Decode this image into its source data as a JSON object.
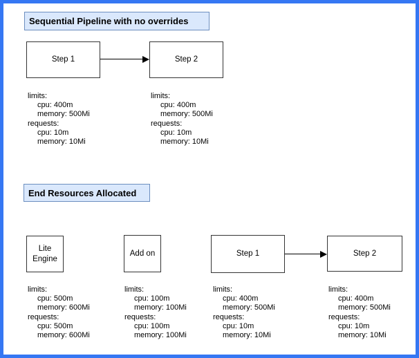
{
  "window": {
    "border_color": "#3577f3",
    "background_color": "#ffffff"
  },
  "palette": {
    "title_fill": "#dae8fc",
    "title_border": "#6c8ebf",
    "node_fill": "#ffffff",
    "node_border": "#333333",
    "text_color": "#000000"
  },
  "sections": [
    {
      "title": "Sequential Pipeline with no overrides",
      "nodes": [
        {
          "label": "Step 1"
        },
        {
          "label": "Step 2"
        }
      ],
      "connector": {
        "from": "Step 1",
        "to": "Step 2",
        "style": "arrow-right"
      },
      "resources": [
        {
          "limits_heading": "limits:",
          "limits_cpu": "cpu: 400m",
          "limits_memory": "memory: 500Mi",
          "requests_heading": "requests:",
          "requests_cpu": "cpu: 10m",
          "requests_memory": "memory: 10Mi"
        },
        {
          "limits_heading": "limits:",
          "limits_cpu": "cpu: 400m",
          "limits_memory": "memory: 500Mi",
          "requests_heading": "requests:",
          "requests_cpu": "cpu: 10m",
          "requests_memory": "memory: 10Mi"
        }
      ]
    },
    {
      "title": "End Resources Allocated",
      "nodes": [
        {
          "label": "Lite Engine"
        },
        {
          "label": "Add on"
        },
        {
          "label": "Step 1"
        },
        {
          "label": "Step 2"
        }
      ],
      "connector": {
        "from": "Step 1",
        "to": "Step 2",
        "style": "arrow-right"
      },
      "resources": [
        {
          "limits_heading": "limits:",
          "limits_cpu": "cpu: 500m",
          "limits_memory": "memory: 600Mi",
          "requests_heading": "requests:",
          "requests_cpu": "cpu: 500m",
          "requests_memory": "memory: 600Mi"
        },
        {
          "limits_heading": "limits:",
          "limits_cpu": "cpu: 100m",
          "limits_memory": "memory: 100Mi",
          "requests_heading": "requests:",
          "requests_cpu": "cpu: 100m",
          "requests_memory": "memory: 100Mi"
        },
        {
          "limits_heading": "limits:",
          "limits_cpu": "cpu: 400m",
          "limits_memory": "memory: 500Mi",
          "requests_heading": "requests:",
          "requests_cpu": "cpu: 10m",
          "requests_memory": "memory: 10Mi"
        },
        {
          "limits_heading": "limits:",
          "limits_cpu": "cpu: 400m",
          "limits_memory": "memory: 500Mi",
          "requests_heading": "requests:",
          "requests_cpu": "cpu: 10m",
          "requests_memory": "memory: 10Mi"
        }
      ]
    }
  ]
}
